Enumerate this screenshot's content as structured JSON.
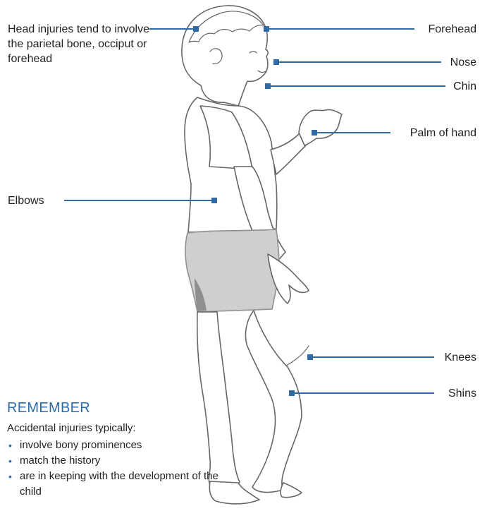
{
  "colors": {
    "accent": "#2f6ca6",
    "outline": "#666666",
    "shorts": "#cfcfcf",
    "shorts_shadow": "#8f8f8f"
  },
  "labels": {
    "head_note": "Head injuries tend to involve the parietal bone, occiput or forehead",
    "forehead": "Forehead",
    "nose": "Nose",
    "chin": "Chin",
    "palm": "Palm of hand",
    "elbows": "Elbows",
    "knees": "Knees",
    "shins": "Shins"
  },
  "remember": {
    "title": "REMEMBER",
    "intro": "Accidental injuries typically:",
    "items": [
      "involve bony prominences",
      "match the history",
      "are in keeping with the development of the child"
    ]
  }
}
